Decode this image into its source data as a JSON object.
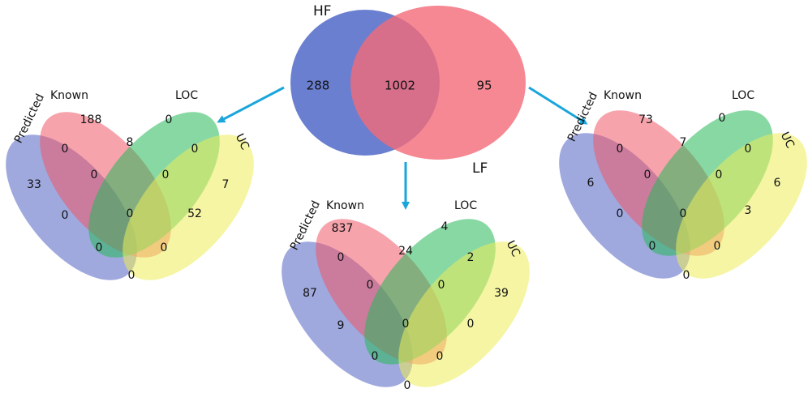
{
  "two_set": {
    "sets": [
      "HF",
      "LF"
    ],
    "only_hf": "288",
    "both": "1002",
    "only_lf": "95",
    "colors": {
      "hf": "#6a7fd0",
      "lf": "#f26a78",
      "overlap": "#c24f79"
    }
  },
  "four_set_labels": [
    "Predicted",
    "Known",
    "LOC",
    "UC"
  ],
  "four_set_colors": {
    "predicted": "#5062c2",
    "known": "#ef5767",
    "loc": "#27b85a",
    "uc": "#ecec5a"
  },
  "venns": [
    {
      "known_only": "188",
      "loc_only": "0",
      "predicted_only": "33",
      "uc_only": "7",
      "pred_known": "0",
      "known_loc": "8",
      "loc_uc": "0",
      "pred_loc": "0",
      "known_uc": "52",
      "pred_uc": "0",
      "pred_known_loc": "0",
      "known_loc_uc": "0",
      "all_four": "0",
      "pred_loc_uc": "0",
      "pred_known_uc": "0"
    },
    {
      "known_only": "837",
      "loc_only": "4",
      "predicted_only": "87",
      "uc_only": "39",
      "pred_known": "0",
      "known_loc": "24",
      "loc_uc": "2",
      "pred_loc": "9",
      "known_uc": "0",
      "pred_uc": "0",
      "pred_known_loc": "0",
      "known_loc_uc": "0",
      "all_four": "0",
      "pred_loc_uc": "0",
      "pred_known_uc": "0"
    },
    {
      "known_only": "73",
      "loc_only": "0",
      "predicted_only": "6",
      "uc_only": "6",
      "pred_known": "0",
      "known_loc": "7",
      "loc_uc": "0",
      "pred_loc": "0",
      "known_uc": "3",
      "pred_uc": "0",
      "pred_known_loc": "0",
      "known_loc_uc": "0",
      "all_four": "0",
      "pred_loc_uc": "0",
      "pred_known_uc": "0"
    }
  ],
  "arrow_color": "#1aa6dc"
}
